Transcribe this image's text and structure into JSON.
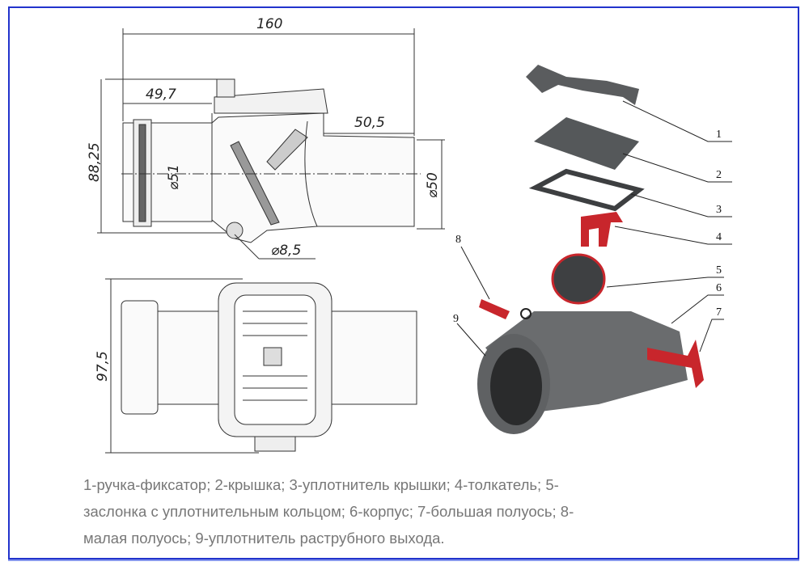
{
  "drawing": {
    "dimensions": {
      "length_total": "160",
      "socket_length": "49,7",
      "outlet_length": "50,5",
      "height": "88,25",
      "inlet_diameter": "⌀51",
      "outlet_diameter": "⌀50",
      "hole_diameter": "⌀8,5",
      "width_top_view": "97,5"
    },
    "callouts": [
      "1",
      "2",
      "3",
      "4",
      "5",
      "6",
      "7",
      "8",
      "9"
    ],
    "colors": {
      "frame": "#2233cc",
      "body": "#5a5c5e",
      "red_parts": "#c8262c",
      "caption": "#777777"
    }
  },
  "caption": {
    "lines": [
      "1-ручка-фиксатор; 2-крышка; 3-уплотнитель крышки; 4-толкатель; 5-",
      "заслонка с уплотнительным кольцом; 6-корпус; 7-большая полуось; 8-",
      "малая полуось; 9-уплотнитель раструбного выхода."
    ]
  }
}
